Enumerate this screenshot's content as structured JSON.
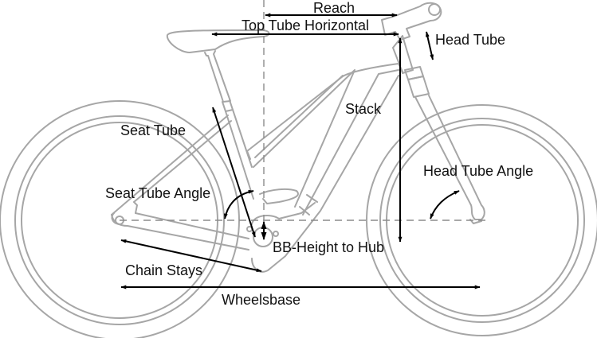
{
  "title": "Bike Geometry",
  "colors": {
    "frame_line": "#a6a6a6",
    "dimension_arrow": "#000000",
    "reference_dash": "#8c8c8c",
    "label_text": "#111111",
    "background": "#ffffff"
  },
  "labels": {
    "reach": "Reach",
    "top_tube_horizontal": "Top Tube Horizontal",
    "head_tube": "Head Tube",
    "stack": "Stack",
    "seat_tube": "Seat Tube",
    "seat_tube_angle": "Seat Tube Angle",
    "head_tube_angle": "Head Tube Angle",
    "bb_height_to_hub": "BB-Height to Hub",
    "chain_stays": "Chain Stays",
    "wheelbase": "Wheelsbase"
  }
}
